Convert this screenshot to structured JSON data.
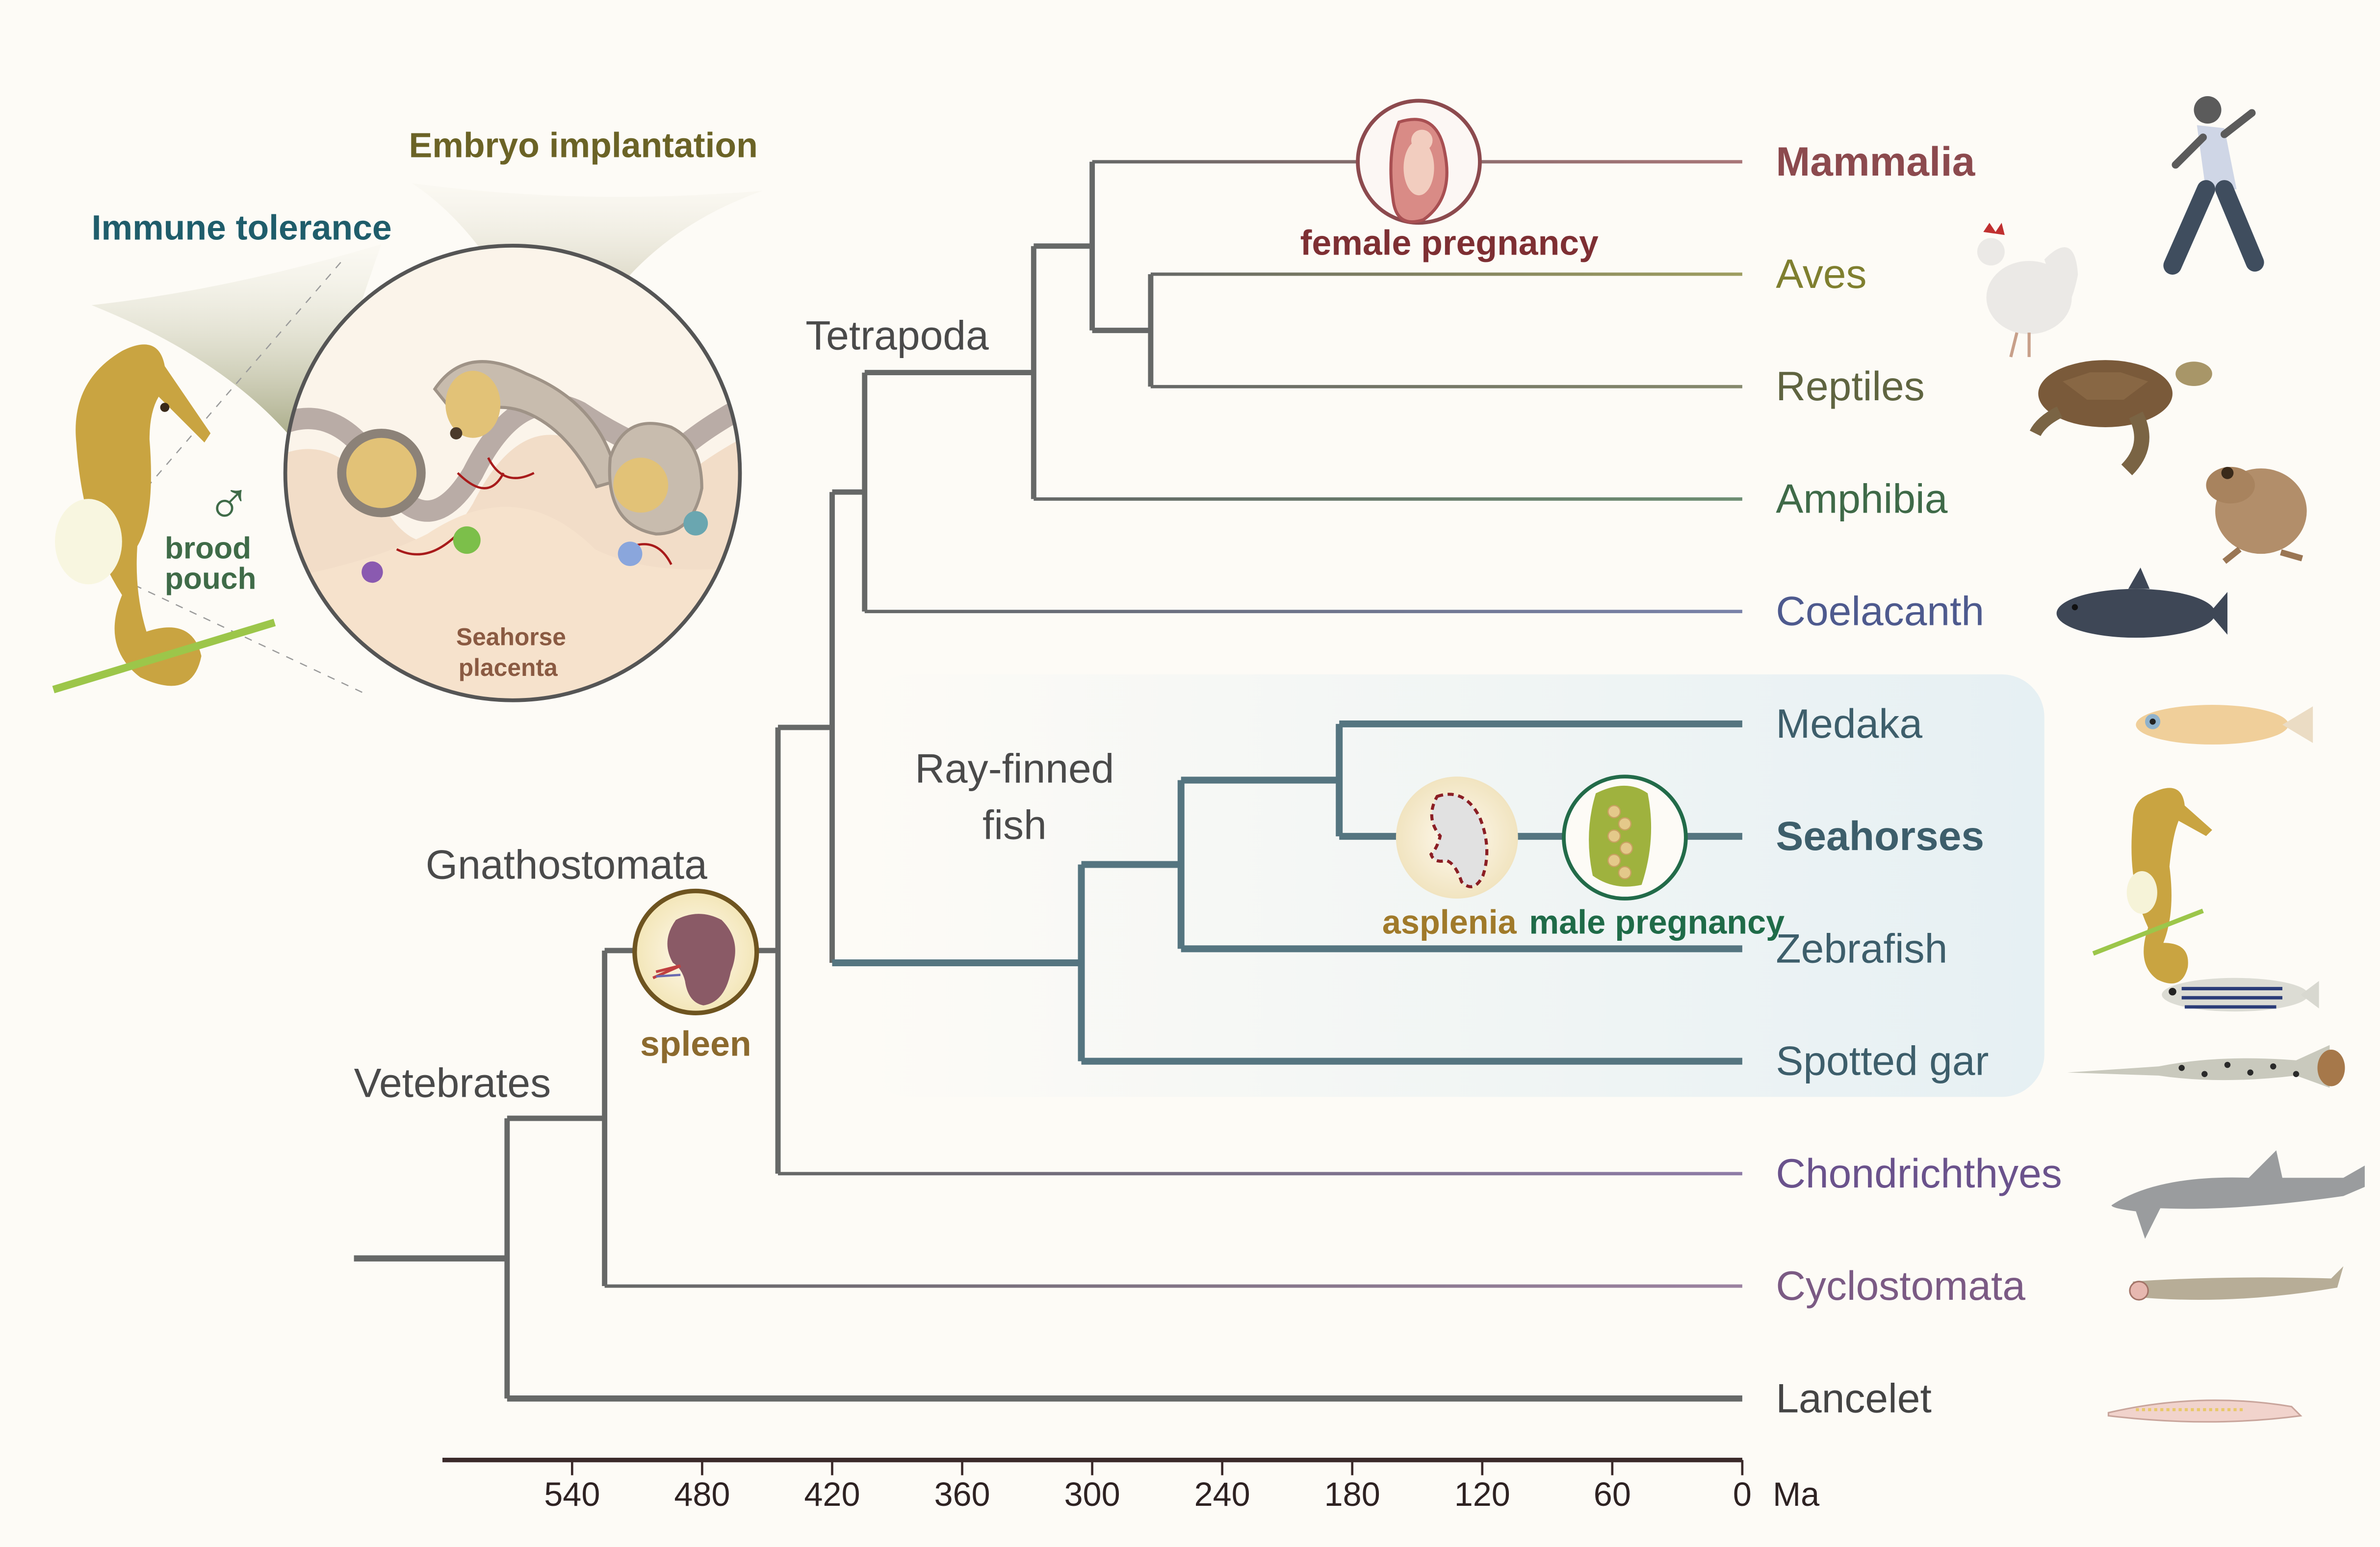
{
  "inset": {
    "immune_label": "Immune tolerance",
    "embryo_label": "Embryo implantation",
    "male_symbol": "♂",
    "brood_line1": "brood",
    "brood_line2": "pouch",
    "placenta_line1": "Seahorse",
    "placenta_line2": "placenta"
  },
  "colors": {
    "background": "#fdfbf6",
    "branch_grey": "#666867",
    "branch_teal": "#557580",
    "axis": "#3b2a2a",
    "mammalia": "#8c4a4e",
    "aves": "#7f7f2f",
    "reptiles": "#5f6440",
    "amphibia": "#3f6a48",
    "coelacanth": "#4e5a8e",
    "fish": "#3d5e6b",
    "chondrichthyes": "#6a528c",
    "cyclostomata": "#7b5a84",
    "lancelet": "#444444",
    "spleen": "#8c6a2e",
    "female_pregnancy": "#7e2f33",
    "male_pregnancy": "#1f6b48",
    "asplenia": "#a07a2a",
    "immune": "#1f5d6b",
    "embryo": "#6b6326",
    "brood": "#3f6b48",
    "placenta": "#8a5a42",
    "rayfinned_box": "#e9f2f4"
  },
  "chart_data": {
    "type": "phylogenetic-tree",
    "title": "",
    "xlabel": "Ma",
    "x_unit": "Ma",
    "x_range": [
      600,
      0
    ],
    "x_ticks": [
      540,
      480,
      420,
      360,
      300,
      240,
      180,
      120,
      60,
      0
    ],
    "taxa": [
      {
        "name": "Mammalia",
        "color_key": "mammalia",
        "bold": true
      },
      {
        "name": "Aves",
        "color_key": "aves",
        "bold": false
      },
      {
        "name": "Reptiles",
        "color_key": "reptiles",
        "bold": false
      },
      {
        "name": "Amphibia",
        "color_key": "amphibia",
        "bold": false
      },
      {
        "name": "Coelacanth",
        "color_key": "coelacanth",
        "bold": false
      },
      {
        "name": "Medaka",
        "color_key": "fish",
        "bold": false
      },
      {
        "name": "Seahorses",
        "color_key": "fish",
        "bold": true
      },
      {
        "name": "Zebrafish",
        "color_key": "fish",
        "bold": false
      },
      {
        "name": "Spotted gar",
        "color_key": "fish",
        "bold": false
      },
      {
        "name": "Chondrichthyes",
        "color_key": "chondrichthyes",
        "bold": false
      },
      {
        "name": "Cyclostomata",
        "color_key": "cyclostomata",
        "bold": false
      },
      {
        "name": "Lancelet",
        "color_key": "lancelet",
        "bold": false
      }
    ],
    "nodes": [
      {
        "id": "root",
        "age_ma": 570,
        "children": [
          "vertebrates",
          "Lancelet"
        ]
      },
      {
        "id": "vertebrates",
        "age_ma": 525,
        "label": "Vetebrates",
        "children": [
          "gnathostomata",
          "Cyclostomata"
        ]
      },
      {
        "id": "gnathostomata",
        "age_ma": 445,
        "label": "Gnathostomata",
        "children": [
          "osteichthyes",
          "Chondrichthyes"
        ]
      },
      {
        "id": "osteichthyes",
        "age_ma": 420,
        "children": [
          "sarcopterygii",
          "actinopterygii"
        ]
      },
      {
        "id": "sarcopterygii",
        "age_ma": 405,
        "children": [
          "tetrapoda",
          "Coelacanth"
        ]
      },
      {
        "id": "tetrapoda",
        "age_ma": 327,
        "label": "Tetrapoda",
        "children": [
          "amniota",
          "Amphibia"
        ]
      },
      {
        "id": "amniota",
        "age_ma": 300,
        "children": [
          "Mammalia",
          "sauropsida"
        ]
      },
      {
        "id": "sauropsida",
        "age_ma": 273,
        "children": [
          "Aves",
          "Reptiles"
        ]
      },
      {
        "id": "actinopterygii",
        "age_ma": 305,
        "label": "Ray-finned fish",
        "children": [
          "teleostei",
          "Spotted gar"
        ]
      },
      {
        "id": "teleostei",
        "age_ma": 259,
        "children": [
          "percomorpha",
          "Zebrafish"
        ]
      },
      {
        "id": "percomorpha",
        "age_ma": 186,
        "children": [
          "Medaka",
          "Seahorses"
        ]
      }
    ],
    "clade_labels": [
      "Tetrapoda",
      "Ray-finned fish",
      "Gnathostomata",
      "Vetebrates"
    ],
    "events": [
      {
        "label": "female pregnancy",
        "on_branch": "Mammalia",
        "color_key": "female_pregnancy"
      },
      {
        "label": "spleen",
        "on_branch": "gnathostomata",
        "color_key": "spleen"
      },
      {
        "label": "asplenia",
        "on_branch": "Seahorses",
        "color_key": "asplenia"
      },
      {
        "label": "male pregnancy",
        "on_branch": "Seahorses",
        "color_key": "male_pregnancy"
      }
    ],
    "highlight_box": "Ray-finned fish"
  }
}
